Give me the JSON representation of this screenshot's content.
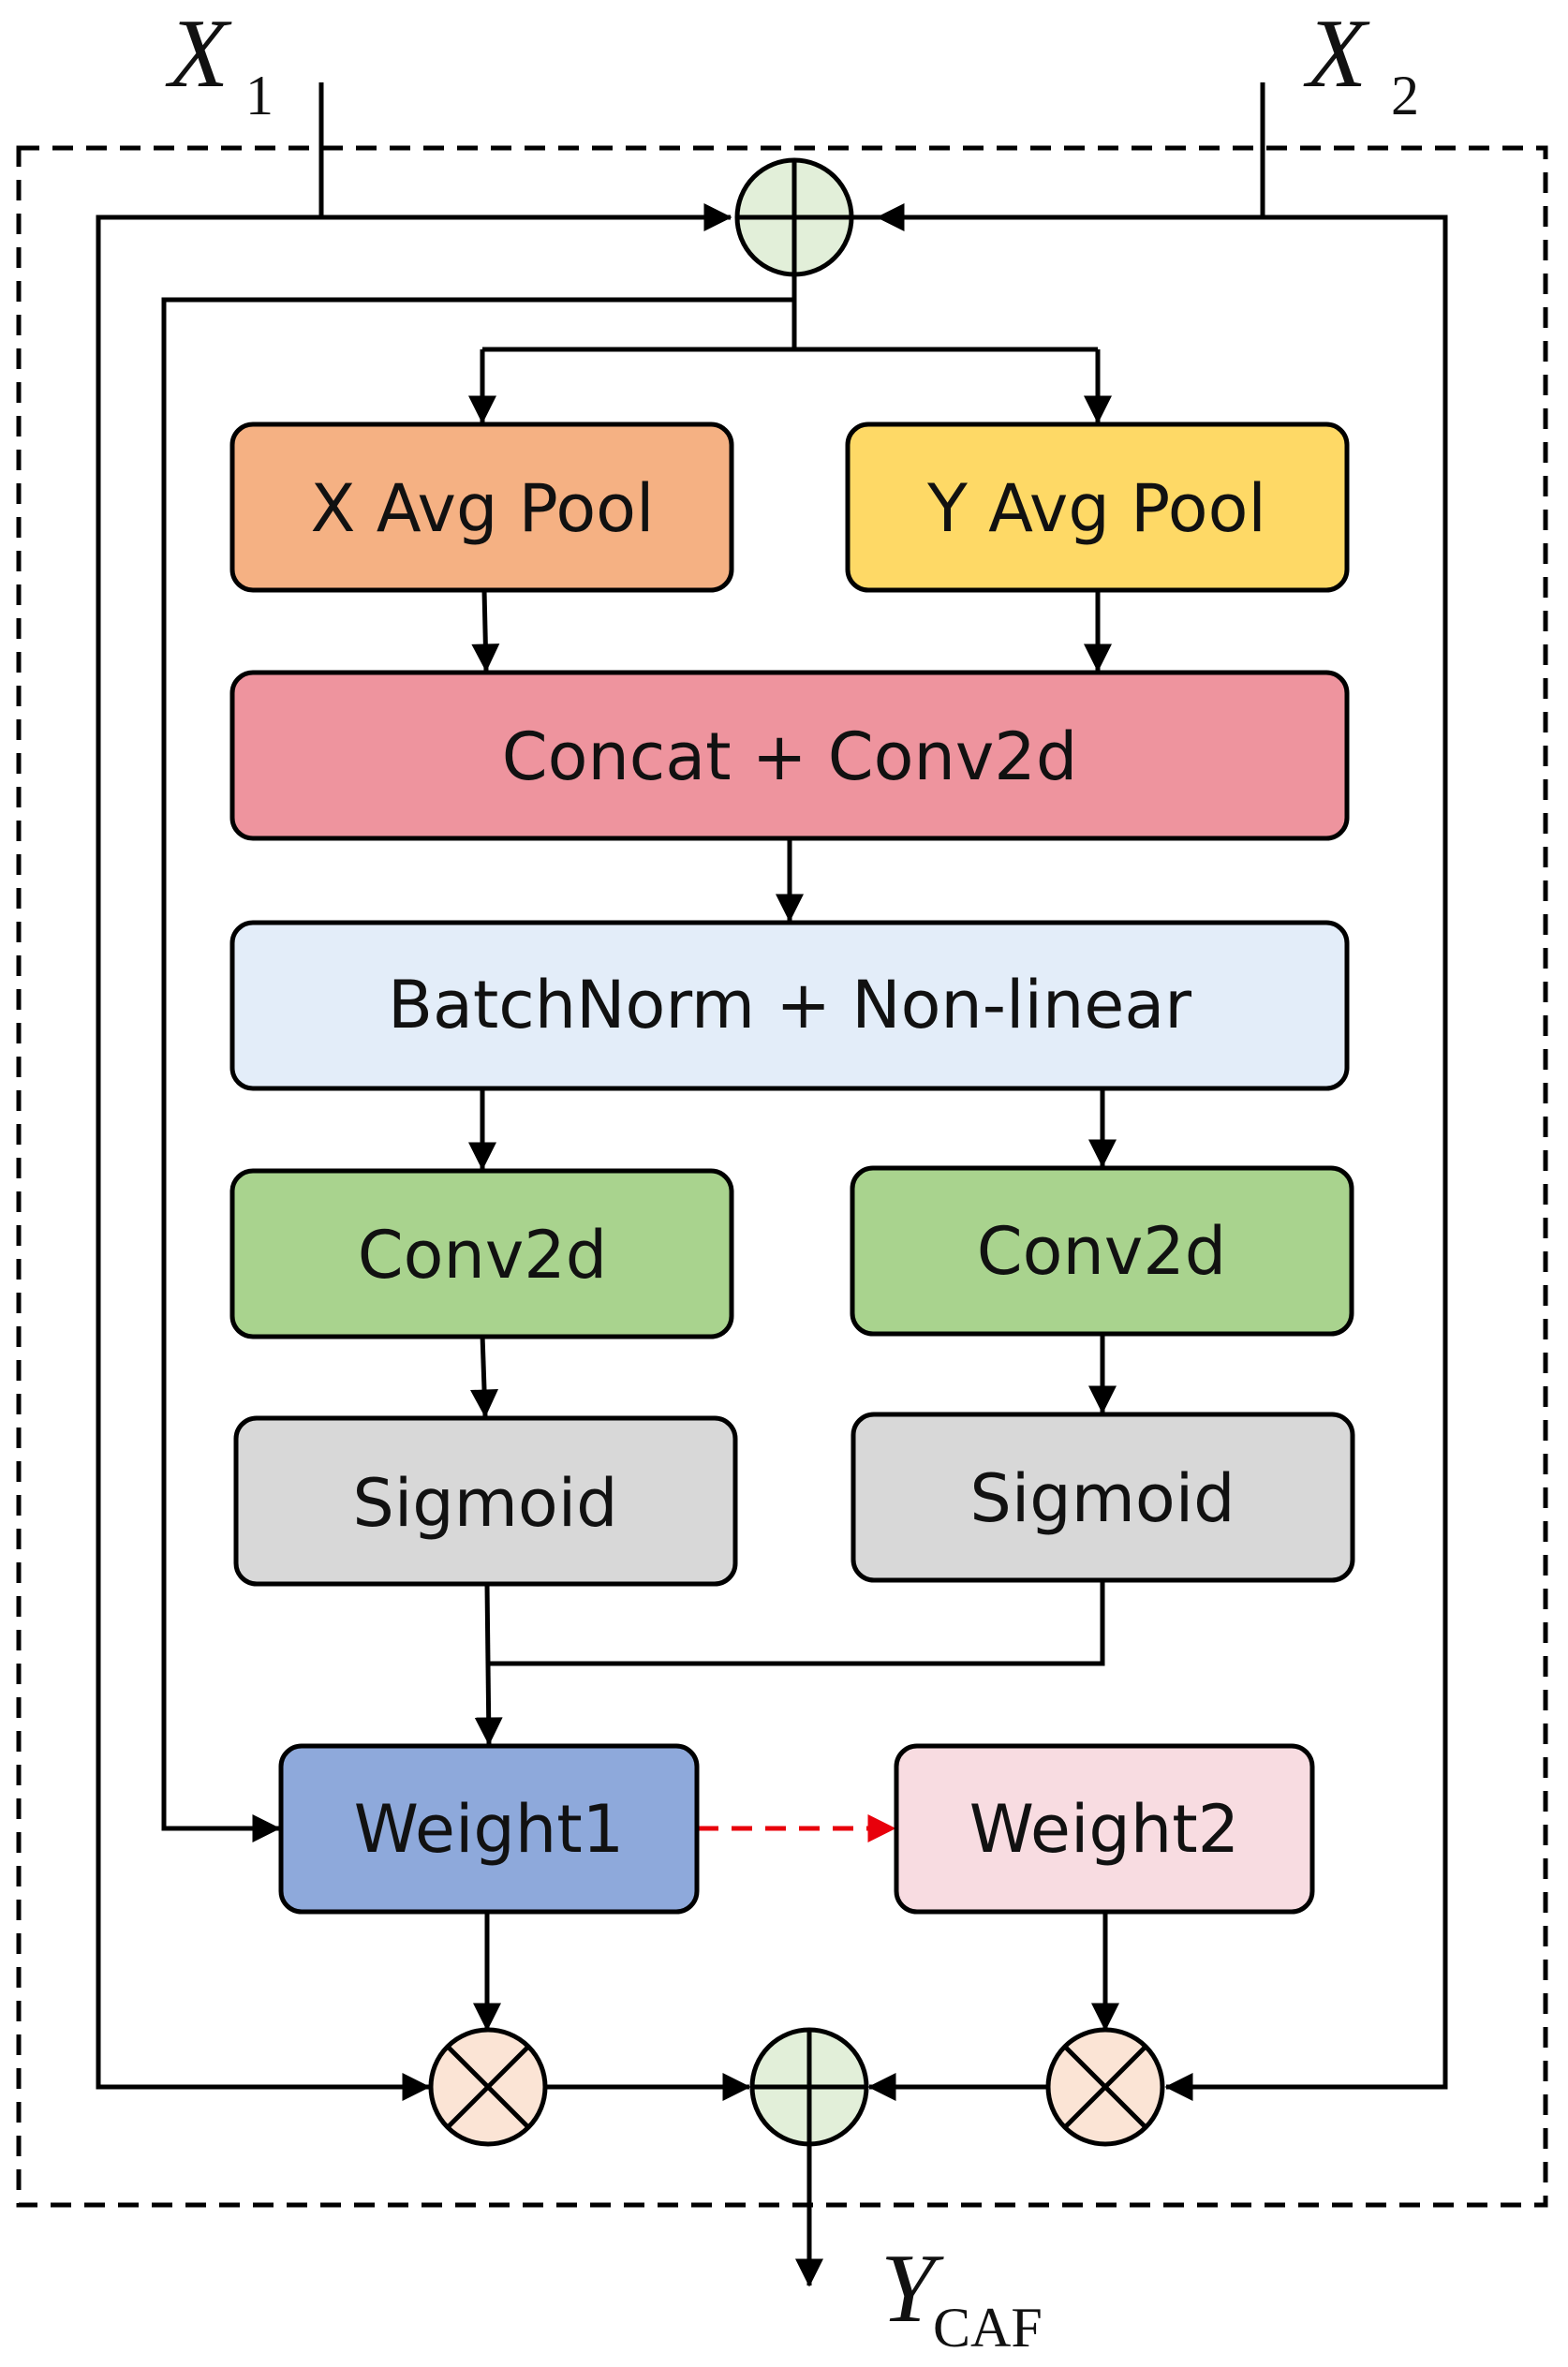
{
  "inputs": {
    "x1": {
      "symbol": "X",
      "subscript": "1"
    },
    "x2": {
      "symbol": "X",
      "subscript": "2"
    }
  },
  "output": {
    "symbol": "Y",
    "subscript": "CAF"
  },
  "blocks": {
    "x_avg_pool": {
      "label": "X Avg Pool",
      "color": "#F5B183"
    },
    "y_avg_pool": {
      "label": "Y Avg Pool",
      "color": "#FED966"
    },
    "concat_conv": {
      "label": "Concat + Conv2d",
      "color": "#EE949E"
    },
    "batchnorm": {
      "label": "BatchNorm + Non-linear",
      "color": "#E3EDF9"
    },
    "conv_left": {
      "label": "Conv2d",
      "color": "#A9D38E"
    },
    "conv_right": {
      "label": "Conv2d",
      "color": "#A9D38E"
    },
    "sigmoid_left": {
      "label": "Sigmoid",
      "color": "#D8D8D8"
    },
    "sigmoid_right": {
      "label": "Sigmoid",
      "color": "#D8D8D8"
    },
    "weight1": {
      "label": "Weight1",
      "color": "#8EA9DB"
    },
    "weight2": {
      "label": "Weight2",
      "color": "#F8DCE1"
    }
  },
  "operators": {
    "add_color": "#E2EFD9",
    "mul_color": "#FBE4D5"
  },
  "colors": {
    "dashed_arrow": "#E8000B",
    "module_border": "#000000"
  }
}
